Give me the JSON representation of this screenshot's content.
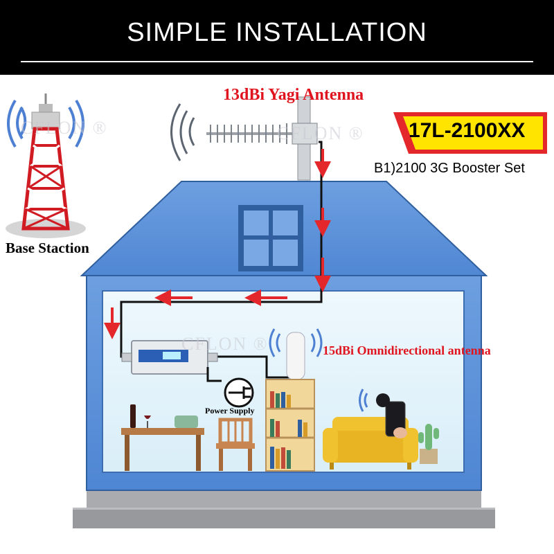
{
  "header": {
    "title": "SIMPLE INSTALLATION"
  },
  "labels": {
    "yagi_antenna": "13dBi Yagi Antenna",
    "model": "17L-2100XX",
    "booster_set": "B1)2100 3G Booster Set",
    "base_station": "Base Staction",
    "omni_antenna": "15dBi Omnidirectional antenna",
    "power_supply": "Power Supply"
  },
  "watermark": "CFLON ®",
  "colors": {
    "banner": "#000000",
    "house_wall": "#4f89d6",
    "house_interior": "#e7f6fc",
    "arrow": "#e3272b",
    "badge_fill": "#ffe400",
    "badge_bg": "#e3272b",
    "tower_red": "#d11b22",
    "sofa": "#f1c230"
  }
}
